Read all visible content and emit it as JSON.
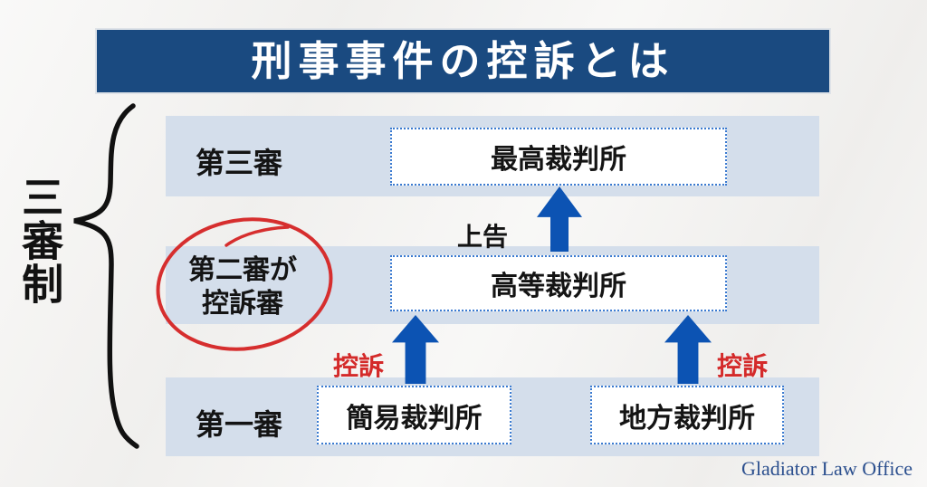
{
  "title": "刑事事件の控訴とは",
  "side_label": "三審制",
  "tiers": [
    {
      "label": "第三審",
      "court": "最高裁判所"
    },
    {
      "label_line1": "第二審が",
      "label_line2": "控訴審",
      "court": "高等裁判所"
    },
    {
      "label": "第一審",
      "court_left": "簡易裁判所",
      "court_right": "地方裁判所"
    }
  ],
  "arrows": {
    "jokoku_label": "上告",
    "koso_left_label": "控訴",
    "koso_right_label": "控訴"
  },
  "footer": "Gladiator Law Office",
  "colors": {
    "banner_blue": "#1a4a80",
    "band_blue": "#d4deeb",
    "arrow_blue": "#0c53b3",
    "box_border_blue": "#3a7ad0",
    "accent_red": "#d42a2a",
    "footer_blue": "#2b4f8e"
  }
}
